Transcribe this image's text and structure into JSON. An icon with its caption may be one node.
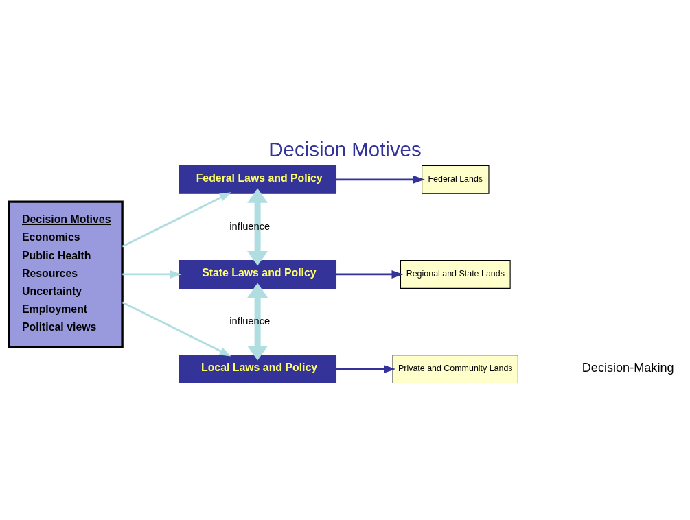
{
  "diagram": {
    "title": "Decision Motives",
    "nodes": [
      {
        "text": [
          "Decision Motives",
          "Economics",
          "Public Health",
          "Resources",
          "Uncertainty",
          "Employment",
          "Political views"
        ]
      },
      {
        "text": [
          "Federal Laws and Policy"
        ]
      },
      {
        "text": [
          "Federal Lands"
        ]
      },
      {
        "text": [
          "State Laws and Policy"
        ]
      },
      {
        "text": [
          "Regional and State Lands"
        ]
      },
      {
        "text": [
          "Local Laws and Policy"
        ]
      },
      {
        "text": [
          "Private and Community Lands"
        ]
      }
    ],
    "edges": [
      {
        "from": 0,
        "to": 1,
        "arrow": "to"
      },
      {
        "from": 0,
        "to": 3,
        "arrow": "to"
      },
      {
        "from": 0,
        "to": 5,
        "arrow": "to"
      },
      {
        "from": 1,
        "to": 2,
        "arrow": "to",
        "color": "#333399"
      },
      {
        "from": 1,
        "to": 3,
        "arrow": "both",
        "label": "influence",
        "style": "thick"
      },
      {
        "from": 3,
        "to": 4,
        "arrow": "to",
        "color": "#333399"
      },
      {
        "from": 3,
        "to": 5,
        "arrow": "both",
        "label": "influence",
        "style": "thick"
      },
      {
        "from": 5,
        "to": 6,
        "arrow": "to",
        "color": "#333399"
      }
    ],
    "labels": [
      "Decision-Making"
    ]
  }
}
